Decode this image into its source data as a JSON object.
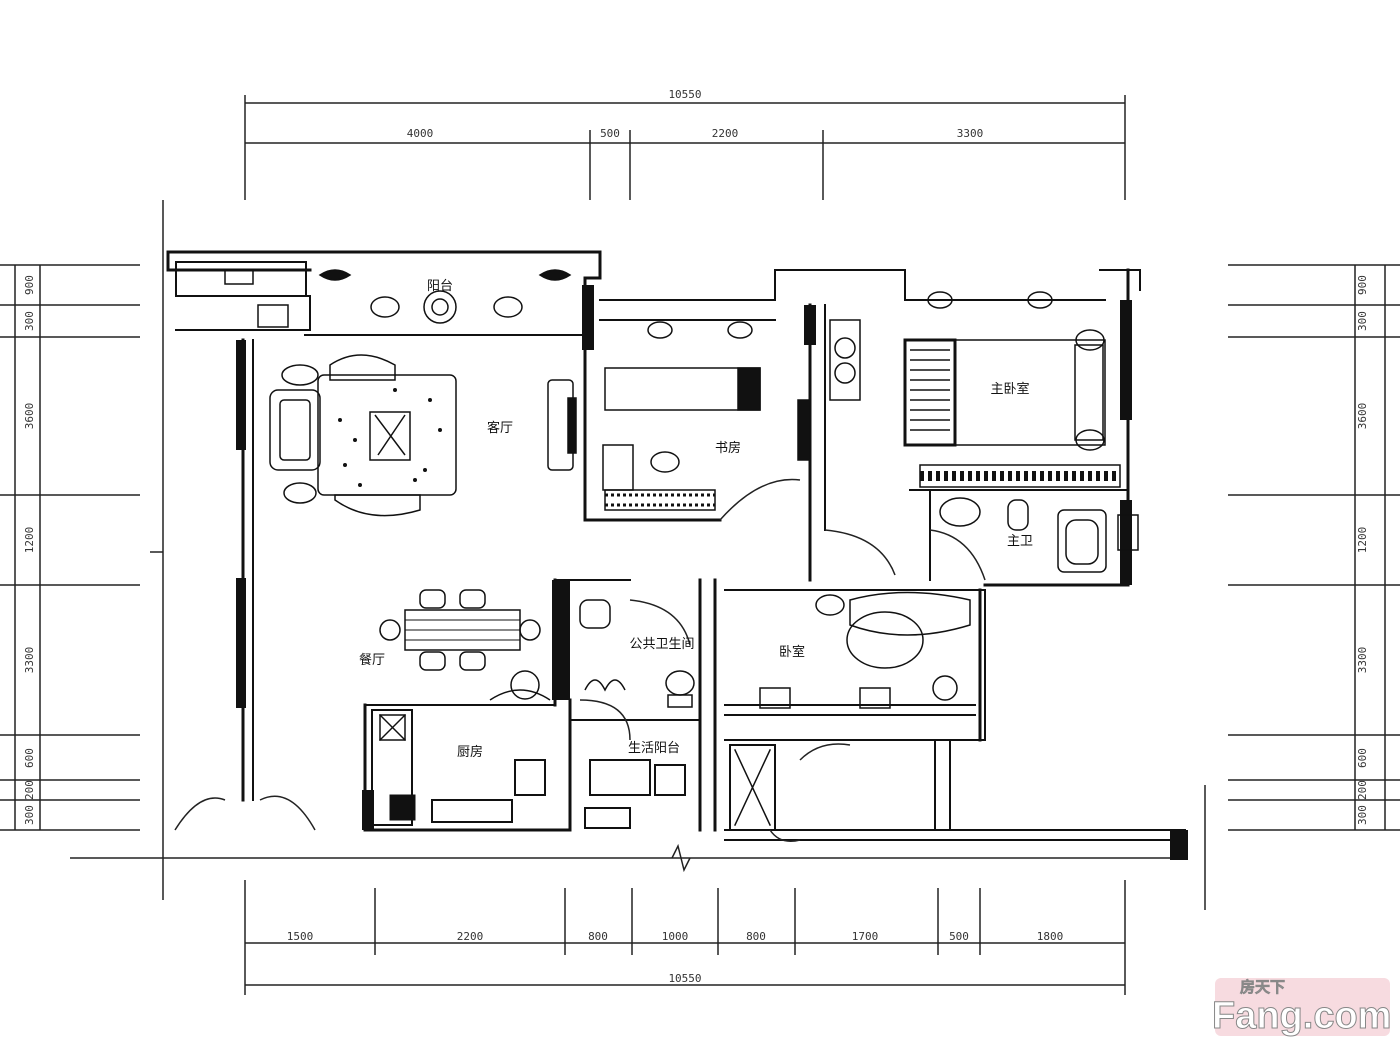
{
  "top_dims": {
    "total": "10550",
    "seg1": "4000",
    "seg2": "500",
    "seg3": "2200",
    "seg4": "3300"
  },
  "bottom_dims": {
    "total": "10550",
    "seg1": "1500",
    "seg2": "2200",
    "seg3": "800",
    "seg4": "1000",
    "seg5": "800",
    "seg6": "1700",
    "seg7": "500",
    "seg8": "1800"
  },
  "left_dims": [
    "900",
    "300",
    "3600",
    "1200",
    "3300",
    "600",
    "200",
    "300"
  ],
  "right_dims": [
    "900",
    "300",
    "3600",
    "1200",
    "3300",
    "600",
    "200",
    "300"
  ],
  "rooms": {
    "balcony": "阳台",
    "living": "客厅",
    "study": "书房",
    "master_bed": "主卧室",
    "master_bath": "主卫",
    "dining": "餐厅",
    "guest_bath": "公共卫生间",
    "bedroom": "卧室",
    "kitchen": "厨房",
    "laundry": "生活阳台"
  },
  "watermark": {
    "cn": "房天下",
    "en": "Fang.com"
  },
  "colors": {
    "line": "#111111",
    "bg": "#ffffff",
    "watermark_bg": "#c8102e"
  }
}
